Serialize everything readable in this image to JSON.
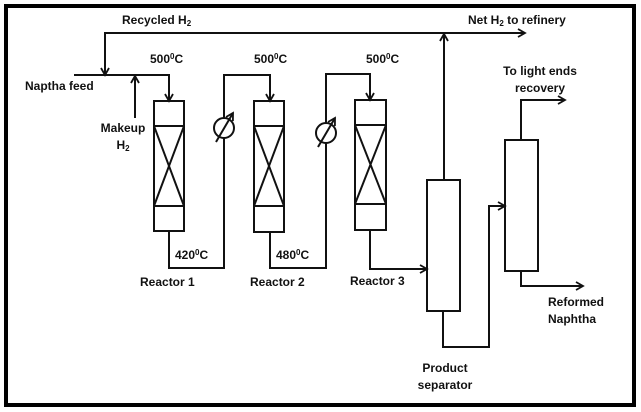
{
  "diagram": {
    "title": "Catalytic reforming process flow",
    "colors": {
      "line": "#111111",
      "background": "#ffffff",
      "frame": "#000000"
    },
    "labels": {
      "recycled_h2": {
        "text": "Recycled H",
        "sub": "2"
      },
      "net_h2": {
        "text_before": "Net H",
        "sub": "2",
        "text_after": " to refinery"
      },
      "naptha_feed": "Naptha feed",
      "makeup_line1": "Makeup",
      "makeup_line2": {
        "text": "H",
        "sub": "2"
      },
      "temp_r1_in": {
        "value": "500",
        "sup": "0",
        "unit": "C"
      },
      "temp_r2_in": {
        "value": "500",
        "sup": "0",
        "unit": "C"
      },
      "temp_r3_in": {
        "value": "500",
        "sup": "0",
        "unit": "C"
      },
      "temp_r1_out": {
        "value": "420",
        "sup": "0",
        "unit": "C"
      },
      "temp_r2_out": {
        "value": "480",
        "sup": "0",
        "unit": "C"
      },
      "reactor_1": "Reactor 1",
      "reactor_2": "Reactor 2",
      "reactor_3": "Reactor 3",
      "product_separator_line1": "Product",
      "product_separator_line2": "separator",
      "light_ends_line1": "To light ends",
      "light_ends_line2": "recovery",
      "reformed_line1": "Reformed",
      "reformed_line2": "Naphtha"
    },
    "nodes": [
      {
        "id": "reactor-1",
        "type": "reactor"
      },
      {
        "id": "heater-1",
        "type": "heat-exchanger"
      },
      {
        "id": "reactor-2",
        "type": "reactor"
      },
      {
        "id": "heater-2",
        "type": "heat-exchanger"
      },
      {
        "id": "reactor-3",
        "type": "reactor"
      },
      {
        "id": "product-separator",
        "type": "vessel"
      },
      {
        "id": "stabilizer",
        "type": "column"
      }
    ],
    "edges": [
      {
        "from": "naptha-feed",
        "to": "reactor-1"
      },
      {
        "from": "makeup-h2",
        "to": "feed-line"
      },
      {
        "from": "recycled-h2",
        "to": "feed-line"
      },
      {
        "from": "reactor-1",
        "to": "heater-1"
      },
      {
        "from": "heater-1",
        "to": "reactor-2"
      },
      {
        "from": "reactor-2",
        "to": "heater-2"
      },
      {
        "from": "heater-2",
        "to": "reactor-3"
      },
      {
        "from": "reactor-3",
        "to": "product-separator"
      },
      {
        "from": "product-separator",
        "to": "net-h2-to-refinery"
      },
      {
        "from": "product-separator",
        "to": "stabilizer"
      },
      {
        "from": "stabilizer",
        "to": "light-ends-recovery"
      },
      {
        "from": "stabilizer",
        "to": "reformed-naphtha"
      }
    ]
  }
}
